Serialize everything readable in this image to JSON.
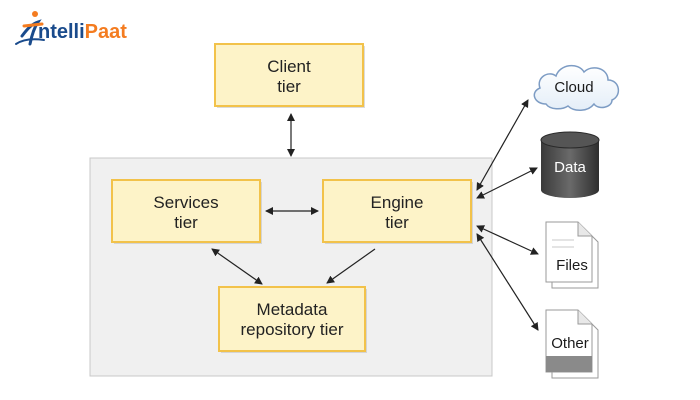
{
  "logo": {
    "part1": "ntelli",
    "part2": "Paat",
    "brand_color": "#1a4b8c",
    "accent_color": "#f47c20"
  },
  "colors": {
    "tier_fill": "#fdf3c8",
    "tier_border": "#f2c24a",
    "container_fill": "#f0f0f0",
    "container_border": "#c8c8c8",
    "arrow": "#222222"
  },
  "tiers": {
    "client": {
      "line1": "Client",
      "line2": "tier"
    },
    "services": {
      "line1": "Services",
      "line2": "tier"
    },
    "engine": {
      "line1": "Engine",
      "line2": "tier"
    },
    "metadata": {
      "line1": "Metadata",
      "line2": "repository tier"
    }
  },
  "sources": {
    "cloud": {
      "label": "Cloud",
      "icon": "cloud-icon"
    },
    "data": {
      "label": "Data",
      "icon": "database-icon"
    },
    "files": {
      "label": "Files",
      "icon": "files-icon"
    },
    "other": {
      "label": "Other",
      "icon": "other-documents-icon"
    }
  }
}
